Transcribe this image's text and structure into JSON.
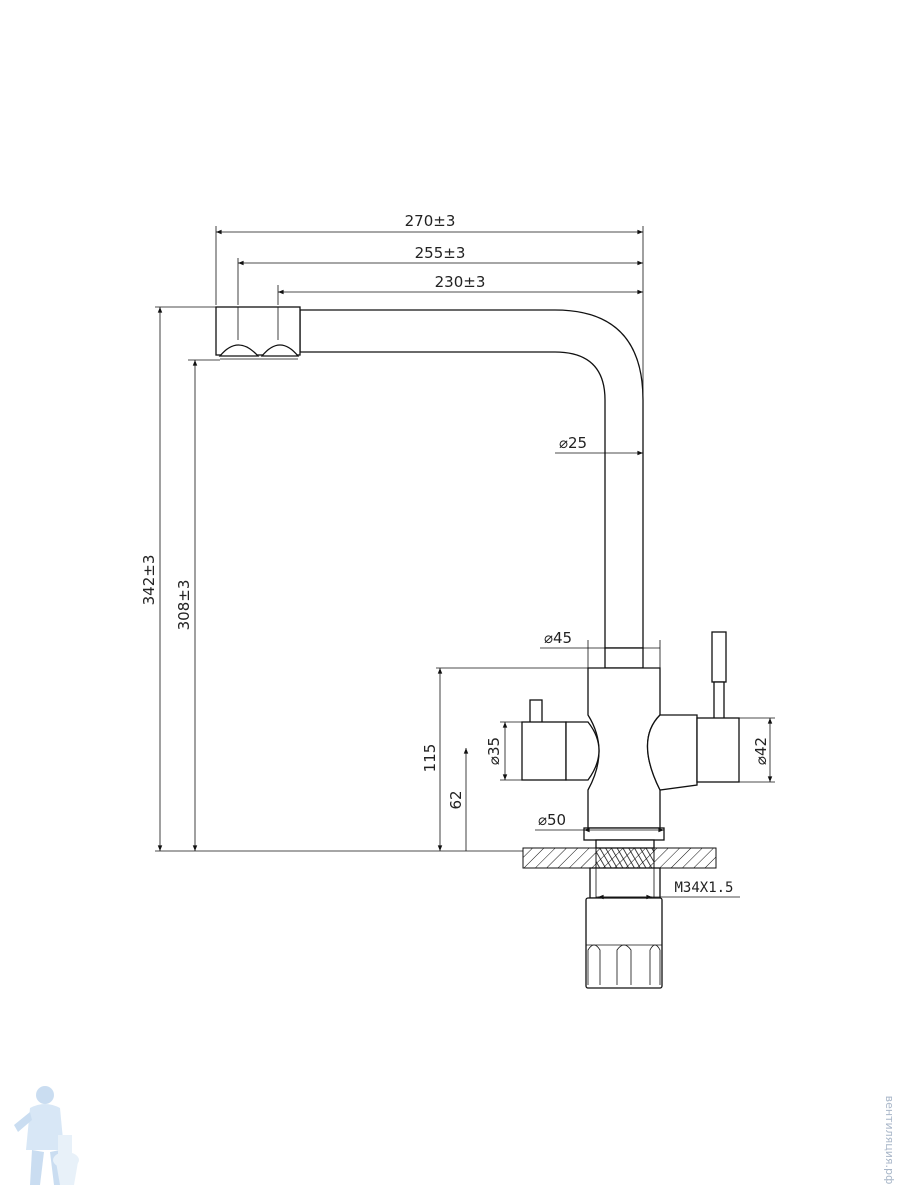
{
  "dimensions": {
    "width_270": "270±3",
    "width_255": "255±3",
    "width_230": "230±3",
    "height_342": "342±3",
    "height_308": "308±3",
    "height_115": "115",
    "height_62": "62",
    "diam_25": "⌀25",
    "diam_45": "⌀45",
    "diam_35": "⌀35",
    "diam_42": "⌀42",
    "diam_50": "⌀50",
    "thread": "M34X1.5"
  },
  "watermark": {
    "text": "вентиляция.рф",
    "logo_icon": "plumber-mascot-icon"
  }
}
